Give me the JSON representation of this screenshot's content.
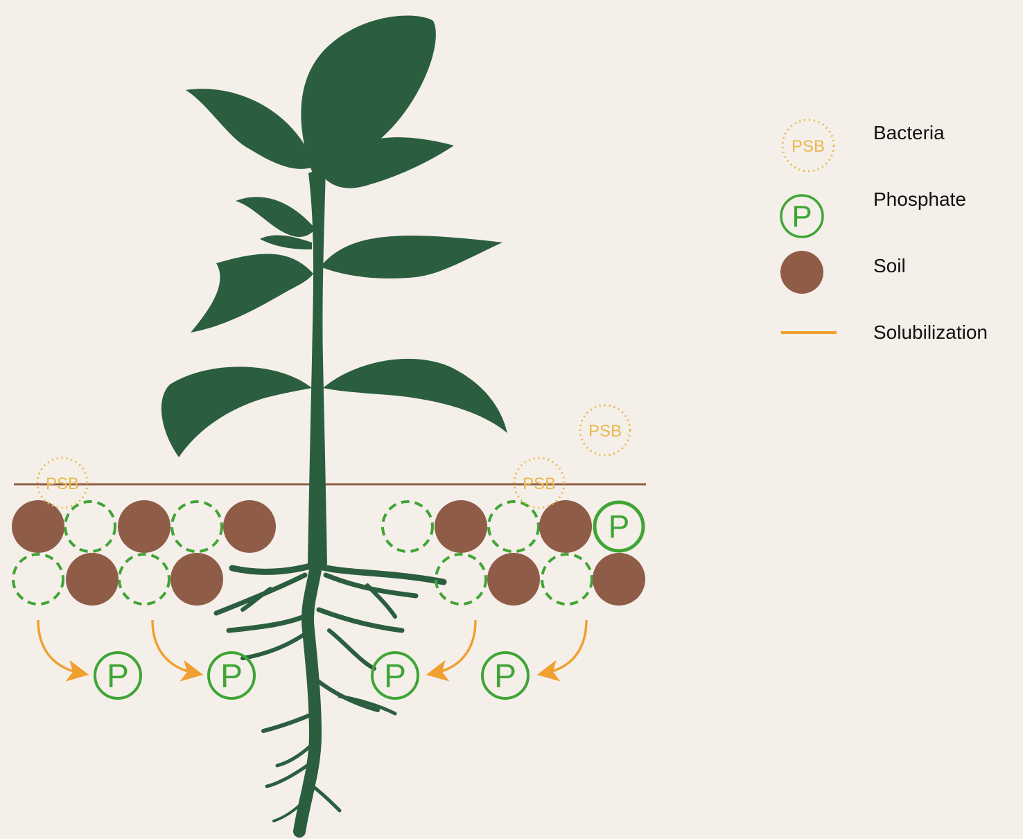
{
  "legend": {
    "bacteria": {
      "label": "Bacteria",
      "symbol": "PSB"
    },
    "phosphate": {
      "label": "Phosphate",
      "symbol": "P"
    },
    "soil": {
      "label": "Soil"
    },
    "solubilization": {
      "label": "Solubilization"
    }
  },
  "labels": {
    "psb": "PSB",
    "p": "P"
  },
  "colors": {
    "background": "#f5efea",
    "plant": "#2a5e3f",
    "soil": "#8f5c47",
    "phosphate": "#3fa535",
    "bacteria": "#e8b84a",
    "arrow": "#f0a030",
    "ground_line": "#8f5c47"
  }
}
